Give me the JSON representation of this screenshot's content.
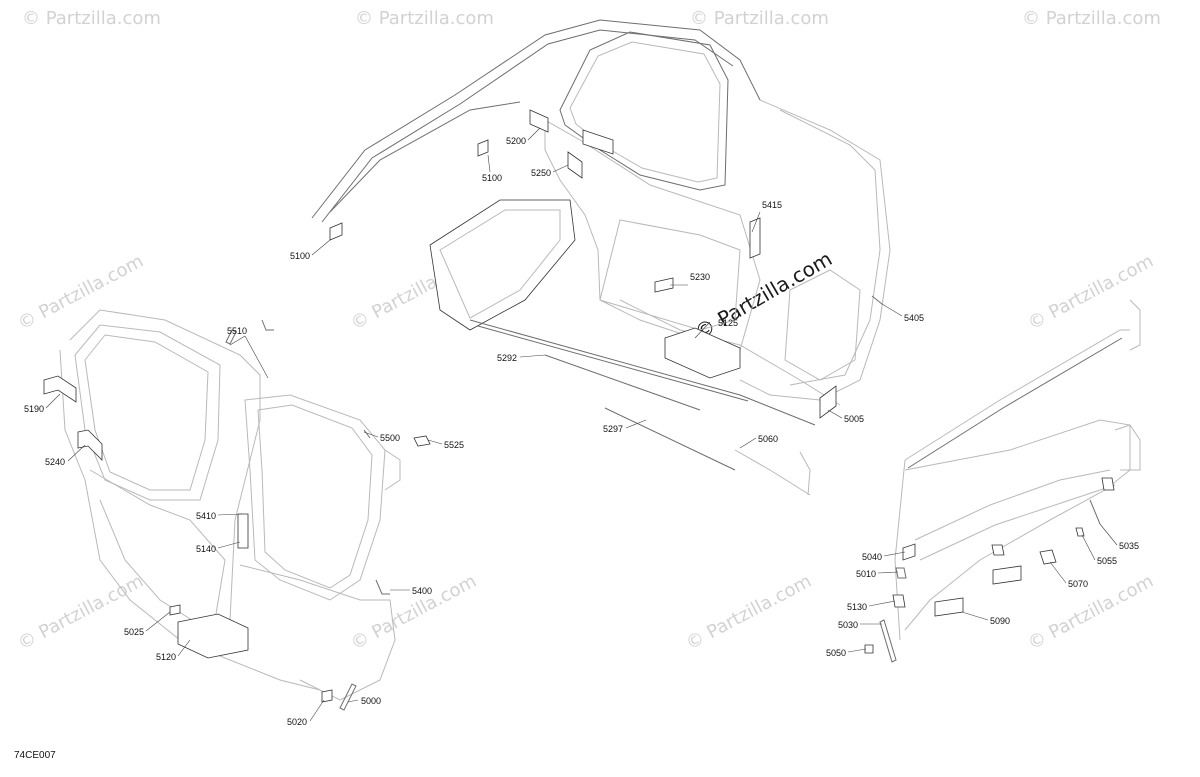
{
  "diagram_code": "74CE007",
  "watermark_text": "© Partzilla.com",
  "watermark_center_text": "© Partzilla.com",
  "callouts": [
    {
      "id": "p5100a",
      "label": "5100"
    },
    {
      "id": "p5100b",
      "label": "5100"
    },
    {
      "id": "p5200",
      "label": "5200"
    },
    {
      "id": "p5250",
      "label": "5250"
    },
    {
      "id": "p5415",
      "label": "5415"
    },
    {
      "id": "p5230",
      "label": "5230"
    },
    {
      "id": "p5125",
      "label": "5125"
    },
    {
      "id": "p5405",
      "label": "5405"
    },
    {
      "id": "p5292",
      "label": "5292"
    },
    {
      "id": "p5005",
      "label": "5005"
    },
    {
      "id": "p5297",
      "label": "5297"
    },
    {
      "id": "p5060",
      "label": "5060"
    },
    {
      "id": "p5510",
      "label": "5510"
    },
    {
      "id": "p5190",
      "label": "5190"
    },
    {
      "id": "p5240",
      "label": "5240"
    },
    {
      "id": "p5500",
      "label": "5500"
    },
    {
      "id": "p5525",
      "label": "5525"
    },
    {
      "id": "p5410",
      "label": "5410"
    },
    {
      "id": "p5140",
      "label": "5140"
    },
    {
      "id": "p5400",
      "label": "5400"
    },
    {
      "id": "p5025",
      "label": "5025"
    },
    {
      "id": "p5120",
      "label": "5120"
    },
    {
      "id": "p5000",
      "label": "5000"
    },
    {
      "id": "p5020",
      "label": "5020"
    },
    {
      "id": "p5035",
      "label": "5035"
    },
    {
      "id": "p5040",
      "label": "5040"
    },
    {
      "id": "p5055",
      "label": "5055"
    },
    {
      "id": "p5010",
      "label": "5010"
    },
    {
      "id": "p5070",
      "label": "5070"
    },
    {
      "id": "p5130",
      "label": "5130"
    },
    {
      "id": "p5090",
      "label": "5090"
    },
    {
      "id": "p5030",
      "label": "5030"
    },
    {
      "id": "p5050",
      "label": "5050"
    }
  ]
}
